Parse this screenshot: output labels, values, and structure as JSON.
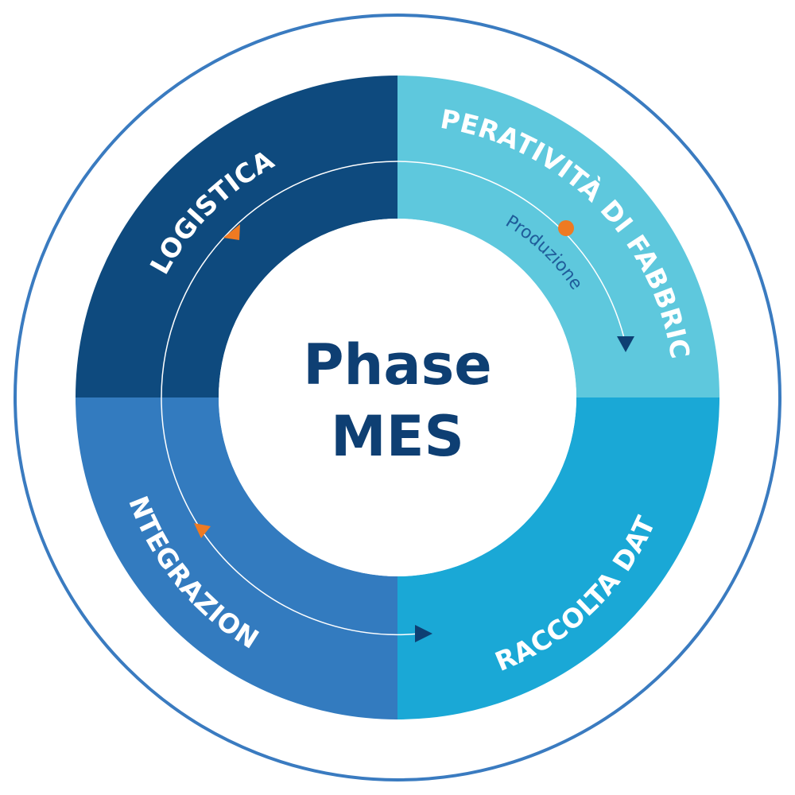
{
  "diagram": {
    "center": {
      "line1": "Phase",
      "line2": "MES"
    },
    "segments": [
      {
        "key": "logistica",
        "label": "LOGISTICA",
        "color": "#0e4a7e"
      },
      {
        "key": "operativita",
        "label": "OPERATIVITÀ DI FABBRICA",
        "color": "#5ec8dd"
      },
      {
        "key": "raccolta",
        "label": "RACCOLTA DATI",
        "color": "#1aa8d6"
      },
      {
        "key": "integrazione",
        "label": "INTEGRAZIONE",
        "color": "#337bbf"
      }
    ],
    "flow_label": "Produzione",
    "colors": {
      "outer_ring": "#3a7bc0",
      "center_text": "#0e3f73",
      "arrow_dark": "#0e3f73",
      "arrow_accent": "#ee7a22",
      "flow_line": "#ffffff"
    }
  }
}
